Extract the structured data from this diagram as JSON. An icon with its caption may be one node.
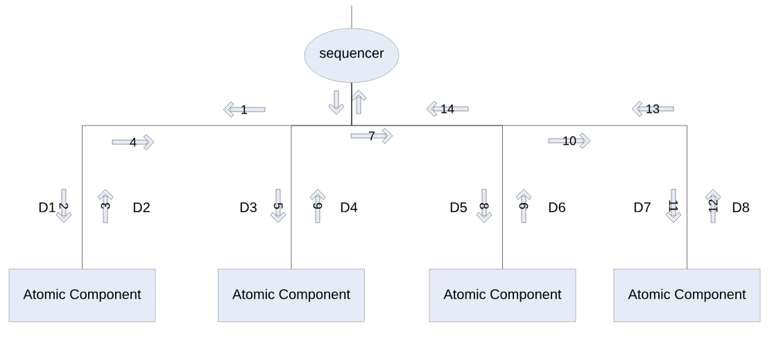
{
  "diagram": {
    "nodes": [
      {
        "text": [
          "sequencer"
        ]
      },
      {
        "text": [
          "Atomic Component"
        ]
      },
      {
        "text": [
          "Atomic Component"
        ]
      },
      {
        "text": [
          "Atomic Component"
        ]
      },
      {
        "text": [
          "Atomic Component"
        ]
      }
    ],
    "edges": [
      {
        "from": null,
        "to": 0,
        "arrow": "none"
      },
      {
        "from": 0,
        "to": 1,
        "arrow": "none"
      },
      {
        "from": 0,
        "to": 2,
        "arrow": "none"
      },
      {
        "from": 0,
        "to": 3,
        "arrow": "none"
      },
      {
        "from": 0,
        "to": 4,
        "arrow": "none"
      }
    ],
    "labels": [
      "1",
      "14",
      "13",
      "4",
      "7",
      "10",
      "D1",
      "2",
      "3",
      "D2",
      "D3",
      "5",
      "6",
      "D4",
      "D5",
      "8",
      "9",
      "D6",
      "D7",
      "11",
      "12",
      "D8"
    ]
  }
}
